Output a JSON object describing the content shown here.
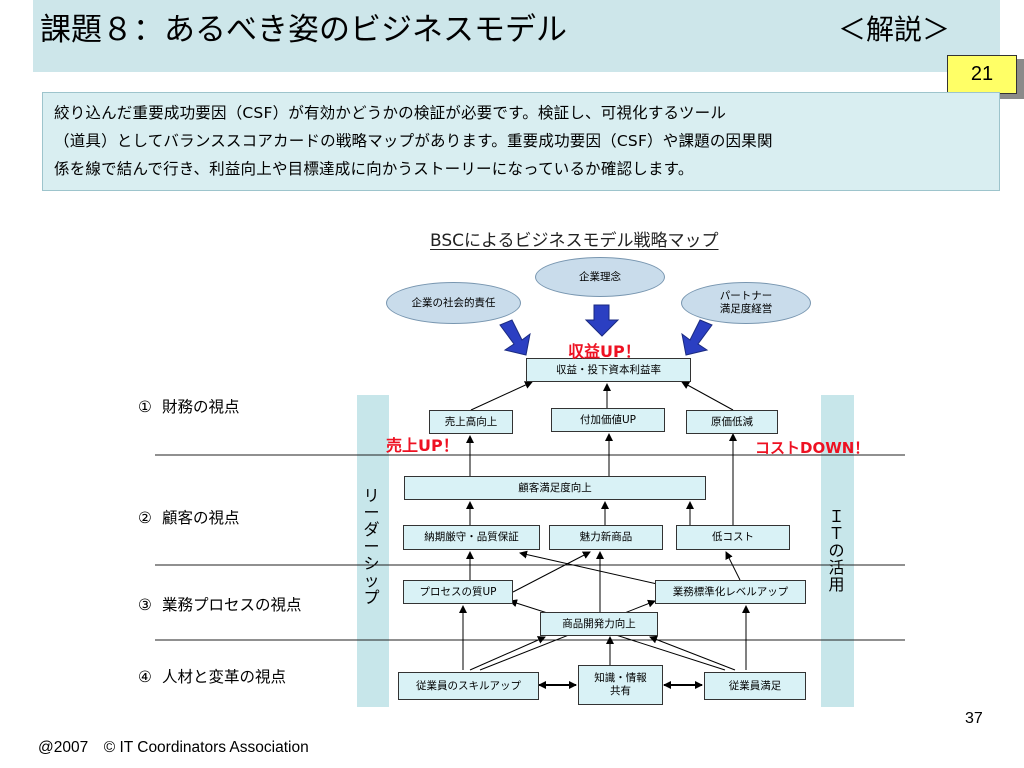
{
  "header": {
    "title": "課題８：あるべき姿のビジネスモデル",
    "subtitle": "＜解説＞",
    "badge": "21"
  },
  "description": {
    "lines": [
      "絞り込んだ重要成功要因（CSF）が有効かどうかの検証が必要です。検証し、可視化するツール",
      "（道具）としてバランススコアカードの戦略マップがあります。重要成功要因（CSF）や課題の因果関",
      "係を線で結んで行き、利益向上や目標達成に向かうストーリーになっているか確認します。"
    ]
  },
  "diagram": {
    "title": "BSCによるビジネスモデル戦略マップ",
    "ellipses": {
      "social": "企業の社会的責任",
      "philosophy": "企業理念",
      "partner_line1": "パートナー",
      "partner_line2": "満足度経営"
    },
    "perspectives": [
      {
        "num": "①",
        "label": "財務の視点"
      },
      {
        "num": "②",
        "label": "顧客の視点"
      },
      {
        "num": "③",
        "label": "業務プロセスの視点"
      },
      {
        "num": "④",
        "label": "人材と変革の視点"
      }
    ],
    "pillars": {
      "left": "リーダーシップ",
      "right": "ＩＴの活用"
    },
    "nodes": {
      "roi": "収益・投下資本利益率",
      "sales_up": "売上高向上",
      "value_up": "付加価値UP",
      "cost_down": "原価低減",
      "cust_sat": "顧客満足度向上",
      "delivery": "納期厳守・品質保証",
      "new_product": "魅力新商品",
      "low_cost": "低コスト",
      "process_quality": "プロセスの質UP",
      "standardization": "業務標準化レベルアップ",
      "dev_power": "商品開発力向上",
      "skill_up": "従業員のスキルアップ",
      "knowledge_l1": "知識・情報",
      "knowledge_l2": "共有",
      "emp_sat": "従業員満足"
    },
    "callouts": {
      "profit": "収益UP！",
      "sales": "売上UP！",
      "cost": "コストDOWN！"
    }
  },
  "footer": {
    "copyright": "@2007　© IT Coordinators Association",
    "page": "37"
  },
  "colors": {
    "title_bg": "#cde6ea",
    "badge_bg": "#ffff66",
    "node_fill": "#d9f2f6",
    "callout": "#ee1122",
    "arrow_blue": "#2b3fc2"
  }
}
